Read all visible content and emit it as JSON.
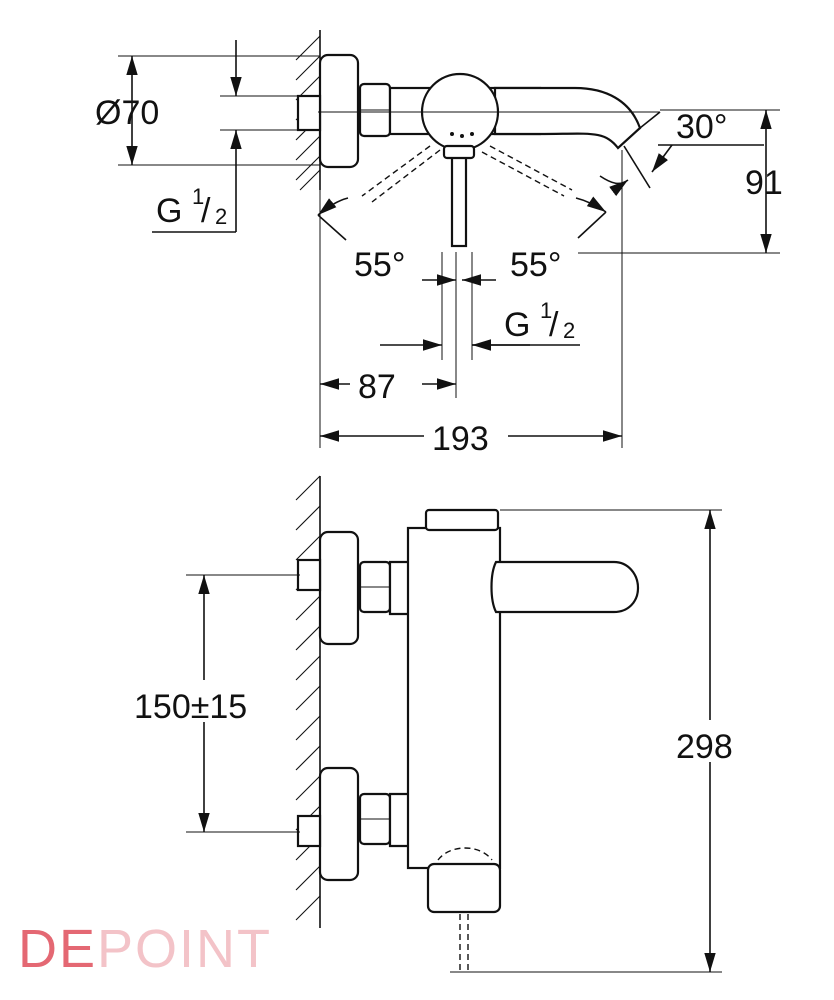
{
  "top_view": {
    "diameter": "Ø70",
    "thread_left": {
      "base": "G",
      "frac_num": "1",
      "frac_den": "2"
    },
    "thread_bottom": {
      "base": "G",
      "frac_num": "1",
      "frac_den": "2"
    },
    "angle_spout": "30°",
    "height": "91",
    "angle_left": "55°",
    "angle_right": "55°",
    "offset": "87",
    "depth": "193"
  },
  "front_view": {
    "spacing": "150±15",
    "total_height": "298"
  },
  "watermark": {
    "prefix": "DE",
    "suffix": "POINT"
  }
}
